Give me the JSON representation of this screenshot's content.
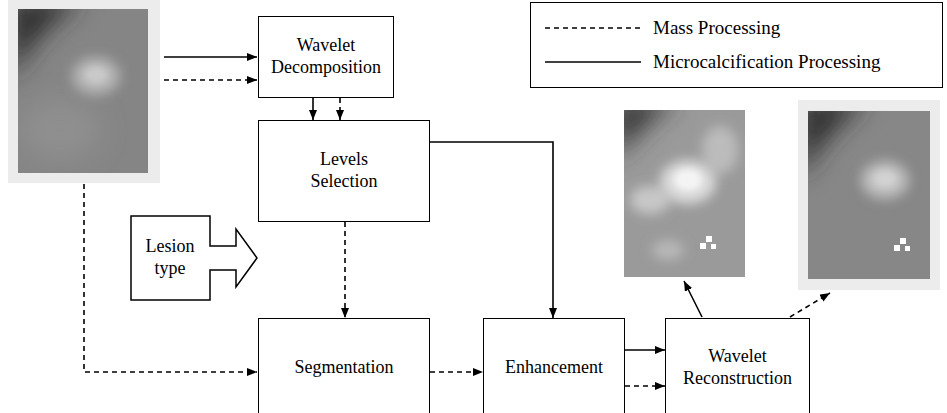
{
  "diagram": {
    "nodes": [
      {
        "text": [
          "Wavelet Decomposition"
        ]
      },
      {
        "text": [
          "Levels Selection"
        ]
      },
      {
        "text": [
          "Lesion type"
        ]
      },
      {
        "text": [
          "Segmentation"
        ]
      },
      {
        "text": [
          "Enhancement"
        ]
      },
      {
        "text": [
          "Wavelet Reconstruction"
        ]
      }
    ],
    "edges": [
      {
        "from": 0,
        "to": 1,
        "arrow": "to"
      },
      {
        "from": 0,
        "to": 1,
        "arrow": "to"
      },
      {
        "from": 1,
        "to": 3,
        "arrow": "to"
      },
      {
        "from": 1,
        "to": 4,
        "arrow": "to"
      },
      {
        "from": 3,
        "to": 4,
        "arrow": "to"
      },
      {
        "from": 4,
        "to": 5,
        "arrow": "to"
      },
      {
        "from": 4,
        "to": 5,
        "arrow": "to"
      }
    ],
    "legend": [
      {
        "text": "Mass Processing"
      },
      {
        "text": "Microcalcification Processing"
      }
    ]
  }
}
